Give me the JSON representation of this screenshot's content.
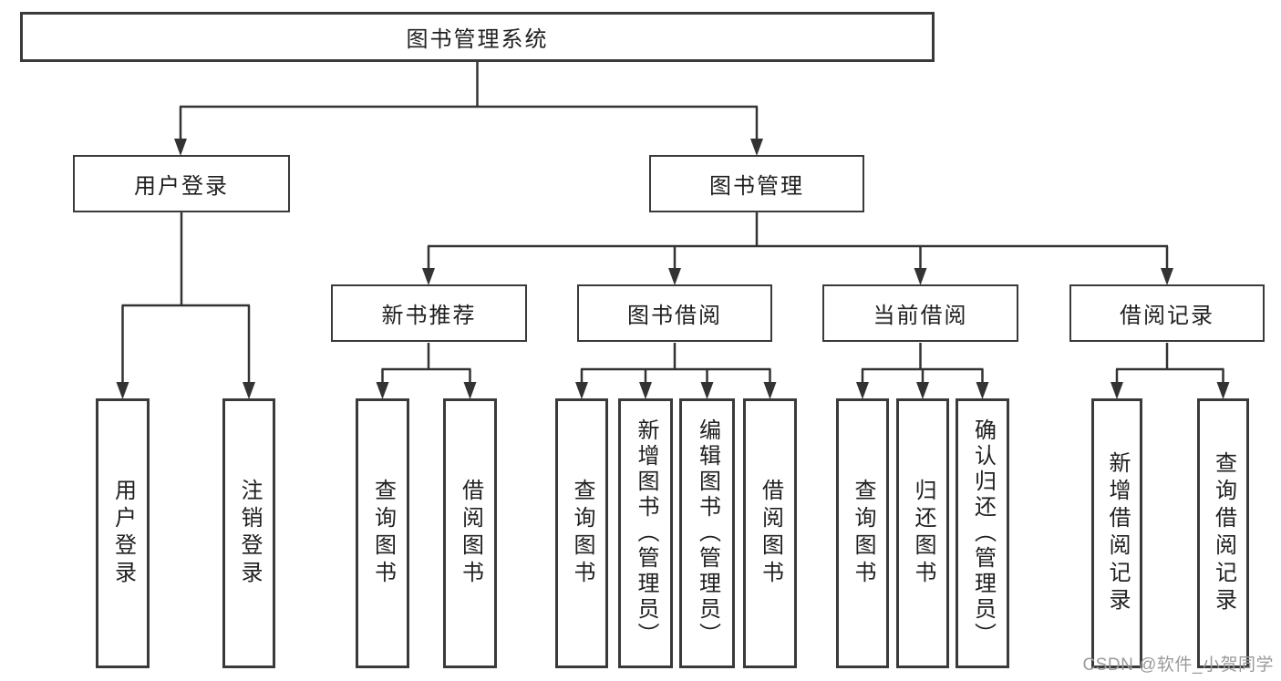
{
  "colors": {
    "background": "#ffffff",
    "line": "#333333",
    "box_border": "#3a3a3a",
    "text": "#1f1f1f",
    "watermark": "#9b9b9b"
  },
  "tree": {
    "root": {
      "label": "图书管理系统"
    },
    "branches": [
      {
        "label": "用户登录",
        "children": [
          {
            "label": "用户登录"
          },
          {
            "label": "注销登录"
          }
        ]
      },
      {
        "label": "图书管理",
        "children": [
          {
            "label": "新书推荐",
            "children": [
              {
                "label": "查询图书"
              },
              {
                "label": "借阅图书"
              }
            ]
          },
          {
            "label": "图书借阅",
            "children": [
              {
                "label": "查询图书"
              },
              {
                "label": "新增图书（管理员）"
              },
              {
                "label": "编辑图书（管理员）"
              },
              {
                "label": "借阅图书"
              }
            ]
          },
          {
            "label": "当前借阅",
            "children": [
              {
                "label": "查询图书"
              },
              {
                "label": "归还图书"
              },
              {
                "label": "确认归还（管理员）"
              }
            ]
          },
          {
            "label": "借阅记录",
            "children": [
              {
                "label": "新增借阅记录"
              },
              {
                "label": "查询借阅记录"
              }
            ]
          }
        ]
      }
    ]
  },
  "watermark": {
    "text": "CSDN @软件_小贺同学"
  }
}
